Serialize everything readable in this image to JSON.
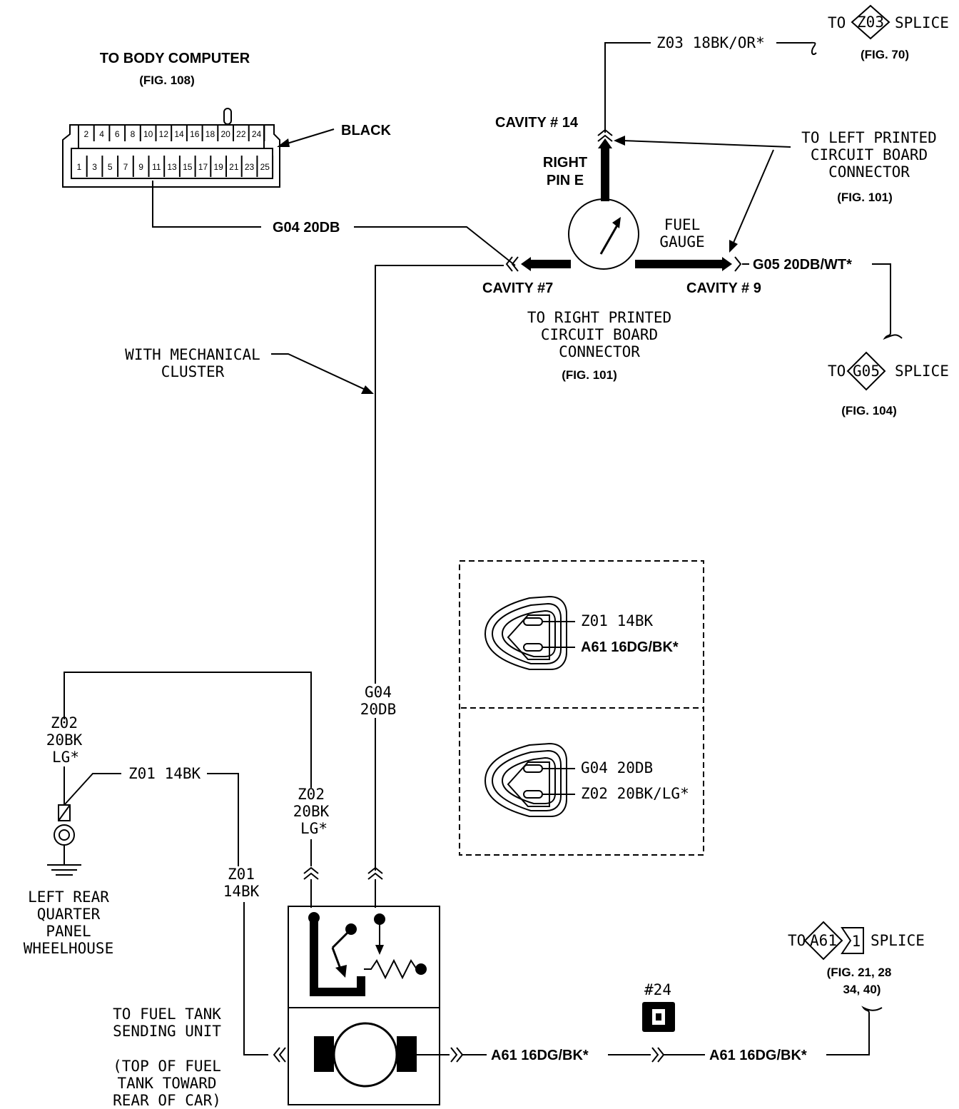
{
  "body_computer": {
    "title": "TO BODY COMPUTER",
    "fig": "(FIG. 108)",
    "color_label": "BLACK",
    "top_pins": [
      "2",
      "4",
      "6",
      "8",
      "10",
      "12",
      "14",
      "16",
      "18",
      "20",
      "22",
      "24"
    ],
    "bottom_pins": [
      "1",
      "3",
      "5",
      "7",
      "9",
      "11",
      "13",
      "15",
      "17",
      "19",
      "21",
      "23",
      "25"
    ]
  },
  "splices": {
    "z03": {
      "to": "TO",
      "code": "Z03",
      "word": "SPLICE",
      "fig": "(FIG. 70)"
    },
    "g05": {
      "to": "TO",
      "code": "G05",
      "word": "SPLICE",
      "fig": "(FIG. 104)"
    },
    "a61": {
      "to": "TO",
      "code": "A61",
      "num": "1",
      "word": "SPLICE",
      "fig_line1": "(FIG. 21, 28",
      "fig_line2": "34, 40)"
    }
  },
  "wires": {
    "z03_top": "Z03 18BK/OR*",
    "g04_top": "G04 20DB",
    "g05_right": "G05 20DB/WT*",
    "g04_vert_1": "G04",
    "g04_vert_2": "20DB",
    "z02_left_1": "Z02",
    "z02_left_2": "20BK",
    "z02_left_3": "LG*",
    "z01_ground": "Z01 14BK",
    "z02_mid_1": "Z02",
    "z02_mid_2": "20BK",
    "z02_mid_3": "LG*",
    "z01_vert_1": "Z01",
    "z01_vert_2": "14BK",
    "a61_left": "A61 16DG/BK*",
    "a61_right": "A61 16DG/BK*"
  },
  "gauge": {
    "cavity14": "CAVITY # 14",
    "right_pin_1": "RIGHT",
    "right_pin_2": "PIN E",
    "fuel_1": "FUEL",
    "fuel_2": "GAUGE",
    "cavity7": "CAVITY #7",
    "cavity9": "CAVITY # 9",
    "left_pcb_1": "TO LEFT PRINTED",
    "left_pcb_2": "CIRCUIT BOARD",
    "left_pcb_3": "CONNECTOR",
    "left_pcb_fig": "(FIG. 101)",
    "right_pcb_1": "TO RIGHT PRINTED",
    "right_pcb_2": "CIRCUIT BOARD",
    "right_pcb_3": "CONNECTOR",
    "right_pcb_fig": "(FIG. 101)"
  },
  "mechanical_cluster": {
    "line1": "WITH MECHANICAL",
    "line2": "CLUSTER"
  },
  "ground": {
    "line1": "LEFT REAR",
    "line2": "QUARTER",
    "line3": "PANEL",
    "line4": "WHEELHOUSE"
  },
  "sending_unit": {
    "line1": "TO FUEL TANK",
    "line2": "SENDING UNIT",
    "line3": "(TOP OF FUEL",
    "line4": "TANK TOWARD",
    "line5": "REAR OF CAR)"
  },
  "connector_box": {
    "upper_pin1": "Z01 14BK",
    "upper_pin2": "A61 16DG/BK*",
    "lower_pin1": "G04 20DB",
    "lower_pin2": "Z02 20BK/LG*"
  },
  "connector_ref": "#24"
}
